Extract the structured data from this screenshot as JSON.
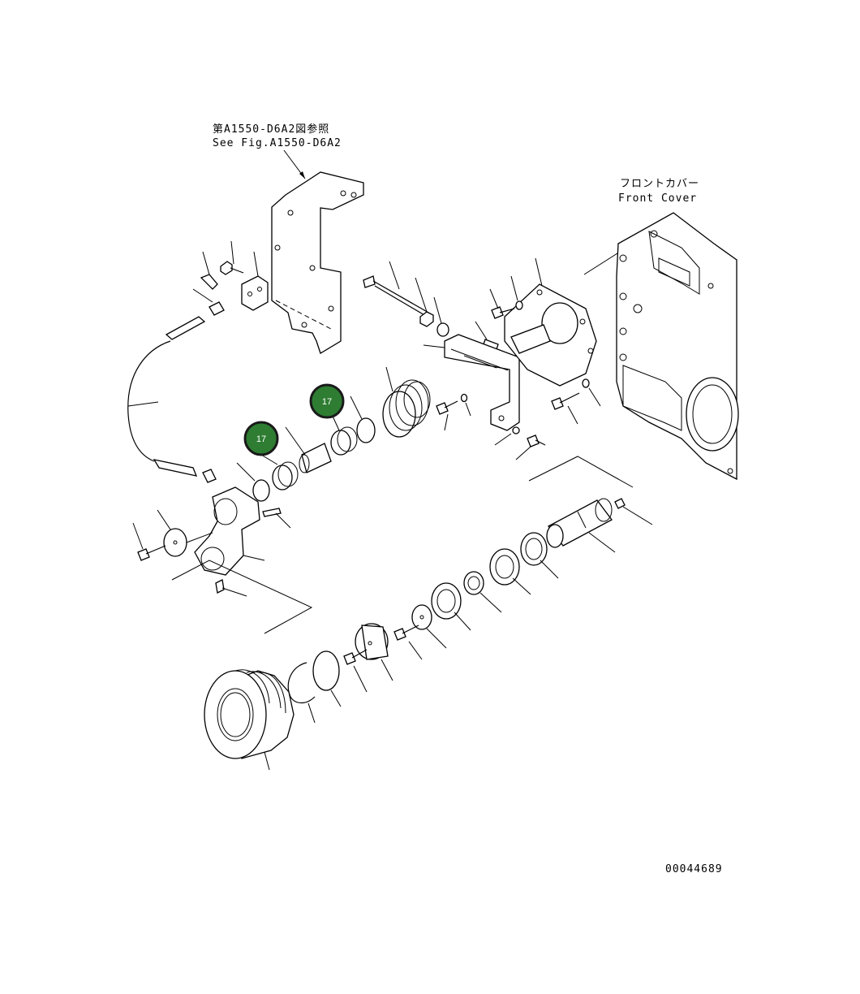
{
  "annotations": {
    "reference_jp": "第A1550-D6A2図参照",
    "reference_en": "See Fig.A1550-D6A2",
    "front_cover_jp": "フロントカバー",
    "front_cover_en": "Front Cover",
    "figure_number": "00044689"
  },
  "callouts": [
    {
      "label": "17",
      "color": "#2e7d32"
    },
    {
      "label": "17",
      "color": "#2e7d32"
    }
  ]
}
